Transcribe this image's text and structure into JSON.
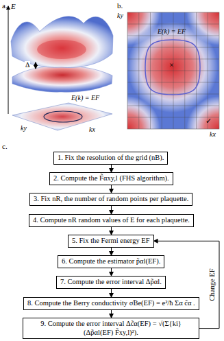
{
  "diagram": {
    "nodes": [
      {
        "text": [
          "1. Fix the resolution of the grid (nB)."
        ]
      },
      {
        "text": [
          "2. Compute the F̃αxy,l (FHS algorithm)."
        ]
      },
      {
        "text": [
          "3. Fix nR, the number of random points per plaquette."
        ]
      },
      {
        "text": [
          "4. Compute nR random values of E for each plaquette."
        ]
      },
      {
        "text": [
          "5. Fix the Fermi energy EF"
        ]
      },
      {
        "text": [
          "6. Compute the estimator p̃αl(EF)."
        ]
      },
      {
        "text": [
          "7. Compute the error interval Δp̃αl."
        ]
      },
      {
        "text": [
          "8. Compute the Berry conductivity σ̃Be(EF) = e²/ħ Σα c̃α ."
        ]
      },
      {
        "text": [
          "9. Compute the error interval Δc̃α(EF) = √(Σ{ki}(Δp̃αl(EF) F̃xy,l)²)."
        ]
      }
    ],
    "edges": [
      {
        "from": 0,
        "to": 1,
        "arrow": "to"
      },
      {
        "from": 1,
        "to": 2,
        "arrow": "to"
      },
      {
        "from": 2,
        "to": 3,
        "arrow": "to"
      },
      {
        "from": 3,
        "to": 4,
        "arrow": "to"
      },
      {
        "from": 4,
        "to": 5,
        "arrow": "to"
      },
      {
        "from": 5,
        "to": 6,
        "arrow": "to"
      },
      {
        "from": 6,
        "to": 7,
        "arrow": "to"
      },
      {
        "from": 7,
        "to": 8,
        "arrow": "to"
      },
      {
        "from": 8,
        "to": 4,
        "label": "Change EF",
        "arrow": "to"
      }
    ],
    "labels": [
      "a.",
      "E",
      "Δ",
      "E(k) = EF",
      "ky",
      "kx",
      "b.",
      "ky",
      "E(k) = EF",
      "×",
      "✓",
      "kx",
      "c."
    ]
  }
}
